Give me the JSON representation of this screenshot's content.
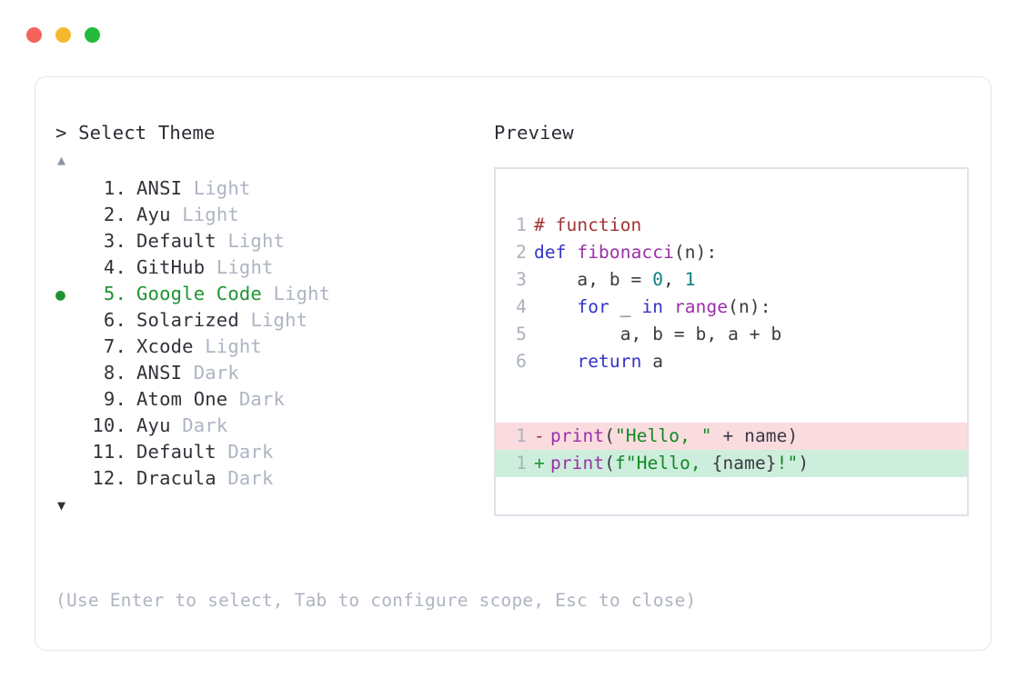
{
  "window": {
    "controls": [
      {
        "name": "close",
        "color": "#f4635c"
      },
      {
        "name": "minimize",
        "color": "#f5b82e"
      },
      {
        "name": "maximize",
        "color": "#22bb3b"
      }
    ]
  },
  "selector": {
    "caret": ">",
    "title": "Select Theme",
    "scroll_up": "▲",
    "scroll_down": "▼",
    "selected_index": 5,
    "selected_bullet": "●",
    "items": [
      {
        "index": "1.",
        "name": "ANSI",
        "variant": "Light",
        "selected": false
      },
      {
        "index": "2.",
        "name": "Ayu",
        "variant": "Light",
        "selected": false
      },
      {
        "index": "3.",
        "name": "Default",
        "variant": "Light",
        "selected": false
      },
      {
        "index": "4.",
        "name": "GitHub",
        "variant": "Light",
        "selected": false
      },
      {
        "index": "5.",
        "name": "Google Code",
        "variant": "Light",
        "selected": true
      },
      {
        "index": "6.",
        "name": "Solarized",
        "variant": "Light",
        "selected": false
      },
      {
        "index": "7.",
        "name": "Xcode",
        "variant": "Light",
        "selected": false
      },
      {
        "index": "8.",
        "name": "ANSI",
        "variant": "Dark",
        "selected": false
      },
      {
        "index": "9.",
        "name": "Atom One",
        "variant": "Dark",
        "selected": false
      },
      {
        "index": "10.",
        "name": "Ayu",
        "variant": "Dark",
        "selected": false
      },
      {
        "index": "11.",
        "name": "Default",
        "variant": "Dark",
        "selected": false
      },
      {
        "index": "12.",
        "name": "Dracula",
        "variant": "Dark",
        "selected": false
      }
    ]
  },
  "hint": "(Use Enter to select, Tab to configure scope, Esc to close)",
  "preview": {
    "label": "Preview",
    "code_lines": [
      {
        "ln": "1",
        "text": "# function"
      },
      {
        "ln": "2",
        "text": "def fibonacci(n):"
      },
      {
        "ln": "3",
        "text": "    a, b = 0, 1"
      },
      {
        "ln": "4",
        "text": "    for _ in range(n):"
      },
      {
        "ln": "5",
        "text": "        a, b = b, a + b"
      },
      {
        "ln": "6",
        "text": "    return a"
      }
    ],
    "diff_lines": [
      {
        "ln": "1",
        "sign": "-",
        "kind": "del",
        "text": "print(\"Hello, \" + name)"
      },
      {
        "ln": "1",
        "sign": "+",
        "kind": "add",
        "text": "print(f\"Hello, {name}!\")"
      }
    ]
  },
  "colors": {
    "accent_green": "#1e9431",
    "muted": "#aeb4c2",
    "text": "#32323a",
    "comment": "#a33333",
    "keyword": "#3333cc",
    "function": "#9b2fa8",
    "number": "#0b8080",
    "string": "#118822",
    "diff_del_bg": "#fadcdf",
    "diff_add_bg": "#cdeedc",
    "card_border": "#e3e5ea",
    "box_border": "#dfe2e9"
  }
}
